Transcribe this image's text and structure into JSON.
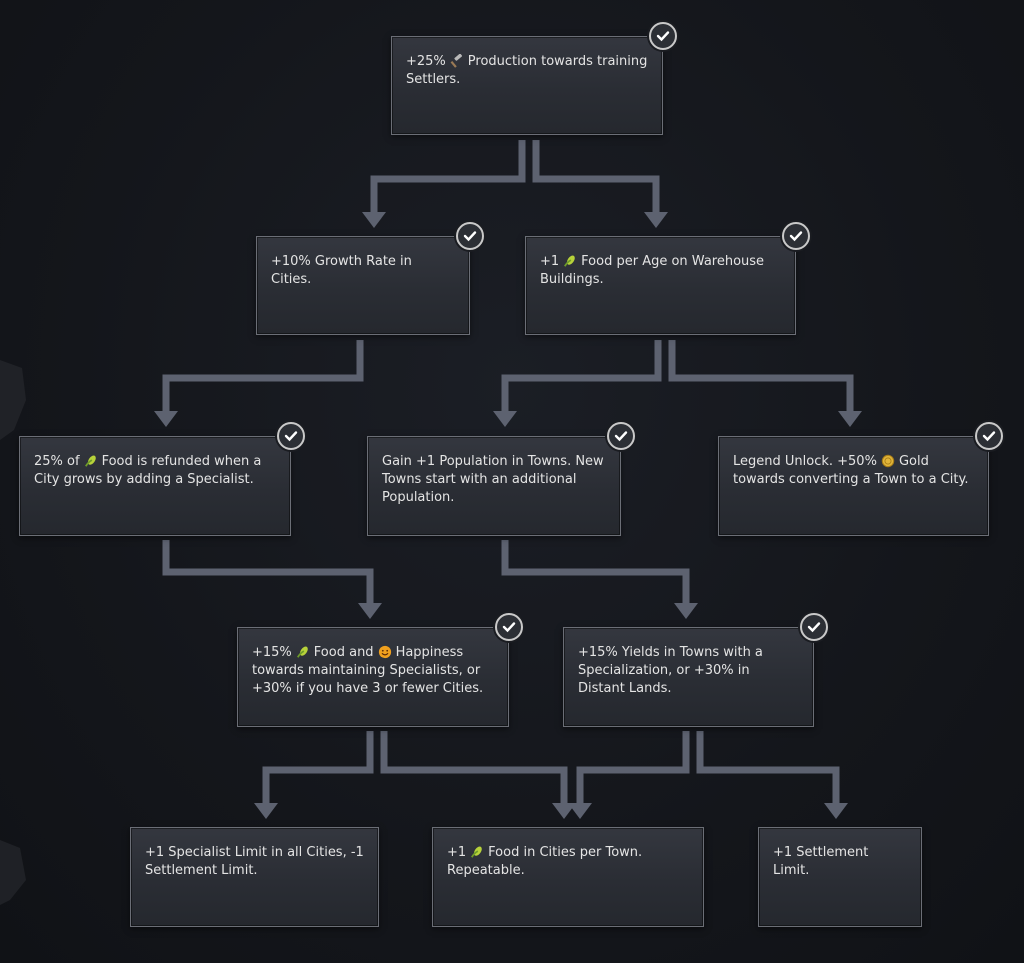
{
  "colors": {
    "background": "#14161b",
    "node_fill": "#2c2f36",
    "node_border": "#6b6e76",
    "connector": "#5d6270",
    "check_ring": "#c9c9c9",
    "text": "#e4e4e4"
  },
  "nodes": {
    "root": {
      "pre": "+25%",
      "icon": "production-hammer-icon",
      "post": "Production towards training Settlers.",
      "unlocked": true
    },
    "growth": {
      "text": "+10% Growth Rate in Cities.",
      "unlocked": true
    },
    "warehouse": {
      "pre": "+1",
      "icon": "food-icon",
      "post": "Food per Age on Warehouse Buildings.",
      "unlocked": true
    },
    "refund": {
      "pre": "25% of",
      "icon": "food-icon",
      "post": "Food is refunded when a City grows by adding a Specialist.",
      "unlocked": true
    },
    "town_pop": {
      "text": "Gain +1 Population in Towns. New Towns start with an additional Population.",
      "unlocked": true
    },
    "legend": {
      "pre": "Legend Unlock. +50%",
      "icon": "gold-coin-icon",
      "post": "Gold towards converting a Town to a City.",
      "unlocked": true
    },
    "specialists": {
      "pre": "+15%",
      "icon": "food-icon",
      "mid": "Food and",
      "icon2": "happiness-icon",
      "post": "Happiness towards maintaining Specialists, or +30% if you have 3 or fewer Cities.",
      "unlocked": true
    },
    "yields": {
      "text": "+15% Yields in Towns with a Specialization, or +30% in Distant Lands.",
      "unlocked": true
    },
    "spec_limit": {
      "text": "+1 Specialist Limit in all Cities, -1 Settlement Limit.",
      "unlocked": false
    },
    "food_town": {
      "pre": "+1",
      "icon": "food-icon",
      "post": "Food in Cities per Town. Repeatable.",
      "unlocked": false
    },
    "settle_limit": {
      "text": "+1 Settlement Limit.",
      "unlocked": false
    }
  }
}
